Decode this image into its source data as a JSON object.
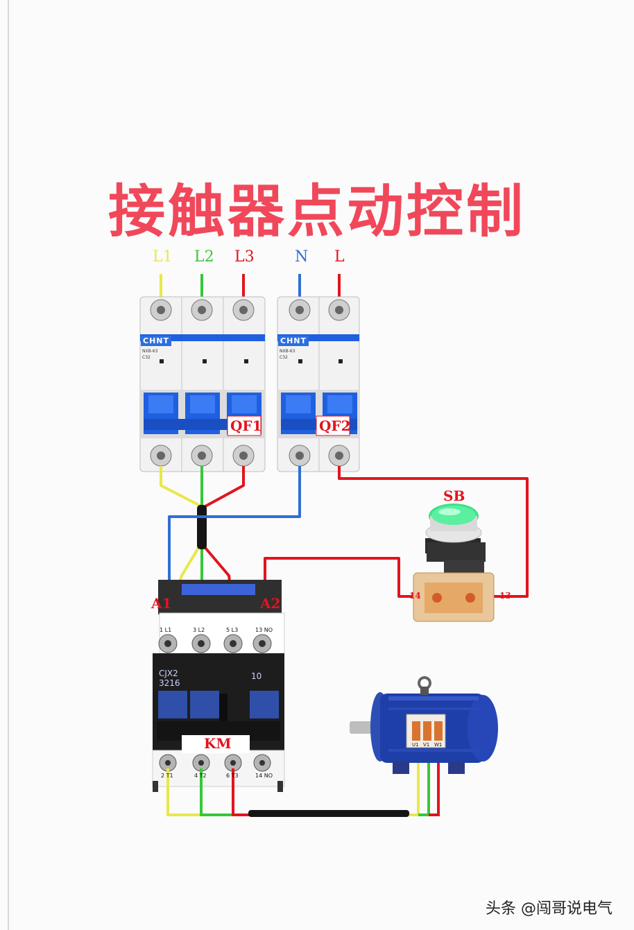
{
  "title": "接触器点动控制",
  "terminals": {
    "l1": "L1",
    "l2": "L2",
    "l3": "L3",
    "n": "N",
    "l": "L"
  },
  "breakers": {
    "qf1": {
      "label": "QF1",
      "brand": "CHNT",
      "model": "NXB-63",
      "rating": "C32"
    },
    "qf2": {
      "label": "QF2",
      "brand": "CHNT",
      "model": "NXB-63",
      "rating": "C32"
    }
  },
  "button": {
    "label": "SB",
    "term_left": "14",
    "term_right": "13"
  },
  "contactor": {
    "label": "KM",
    "coil_a1": "A1",
    "coil_a2": "A2",
    "model_line1": "CJX2",
    "model_line2": "3216",
    "aux": "10",
    "top_terms": [
      "1 L1",
      "3 L2",
      "5 L3",
      "13 NO"
    ],
    "bottom_terms": [
      "2 T1",
      "4 T2",
      "6 T3",
      "14 NO"
    ]
  },
  "motor": {
    "terms": [
      "U1",
      "V1",
      "W1"
    ]
  },
  "watermark": "头条 @闯哥说电气",
  "colors": {
    "title": "#f0485a",
    "l1": "#e8e84a",
    "l2": "#37c837",
    "l3": "#e1141e",
    "n": "#2f6fd6",
    "breaker_blue": "#1f5fe0",
    "motor_blue": "#1e3fa8",
    "button_green": "#3ee08a"
  }
}
